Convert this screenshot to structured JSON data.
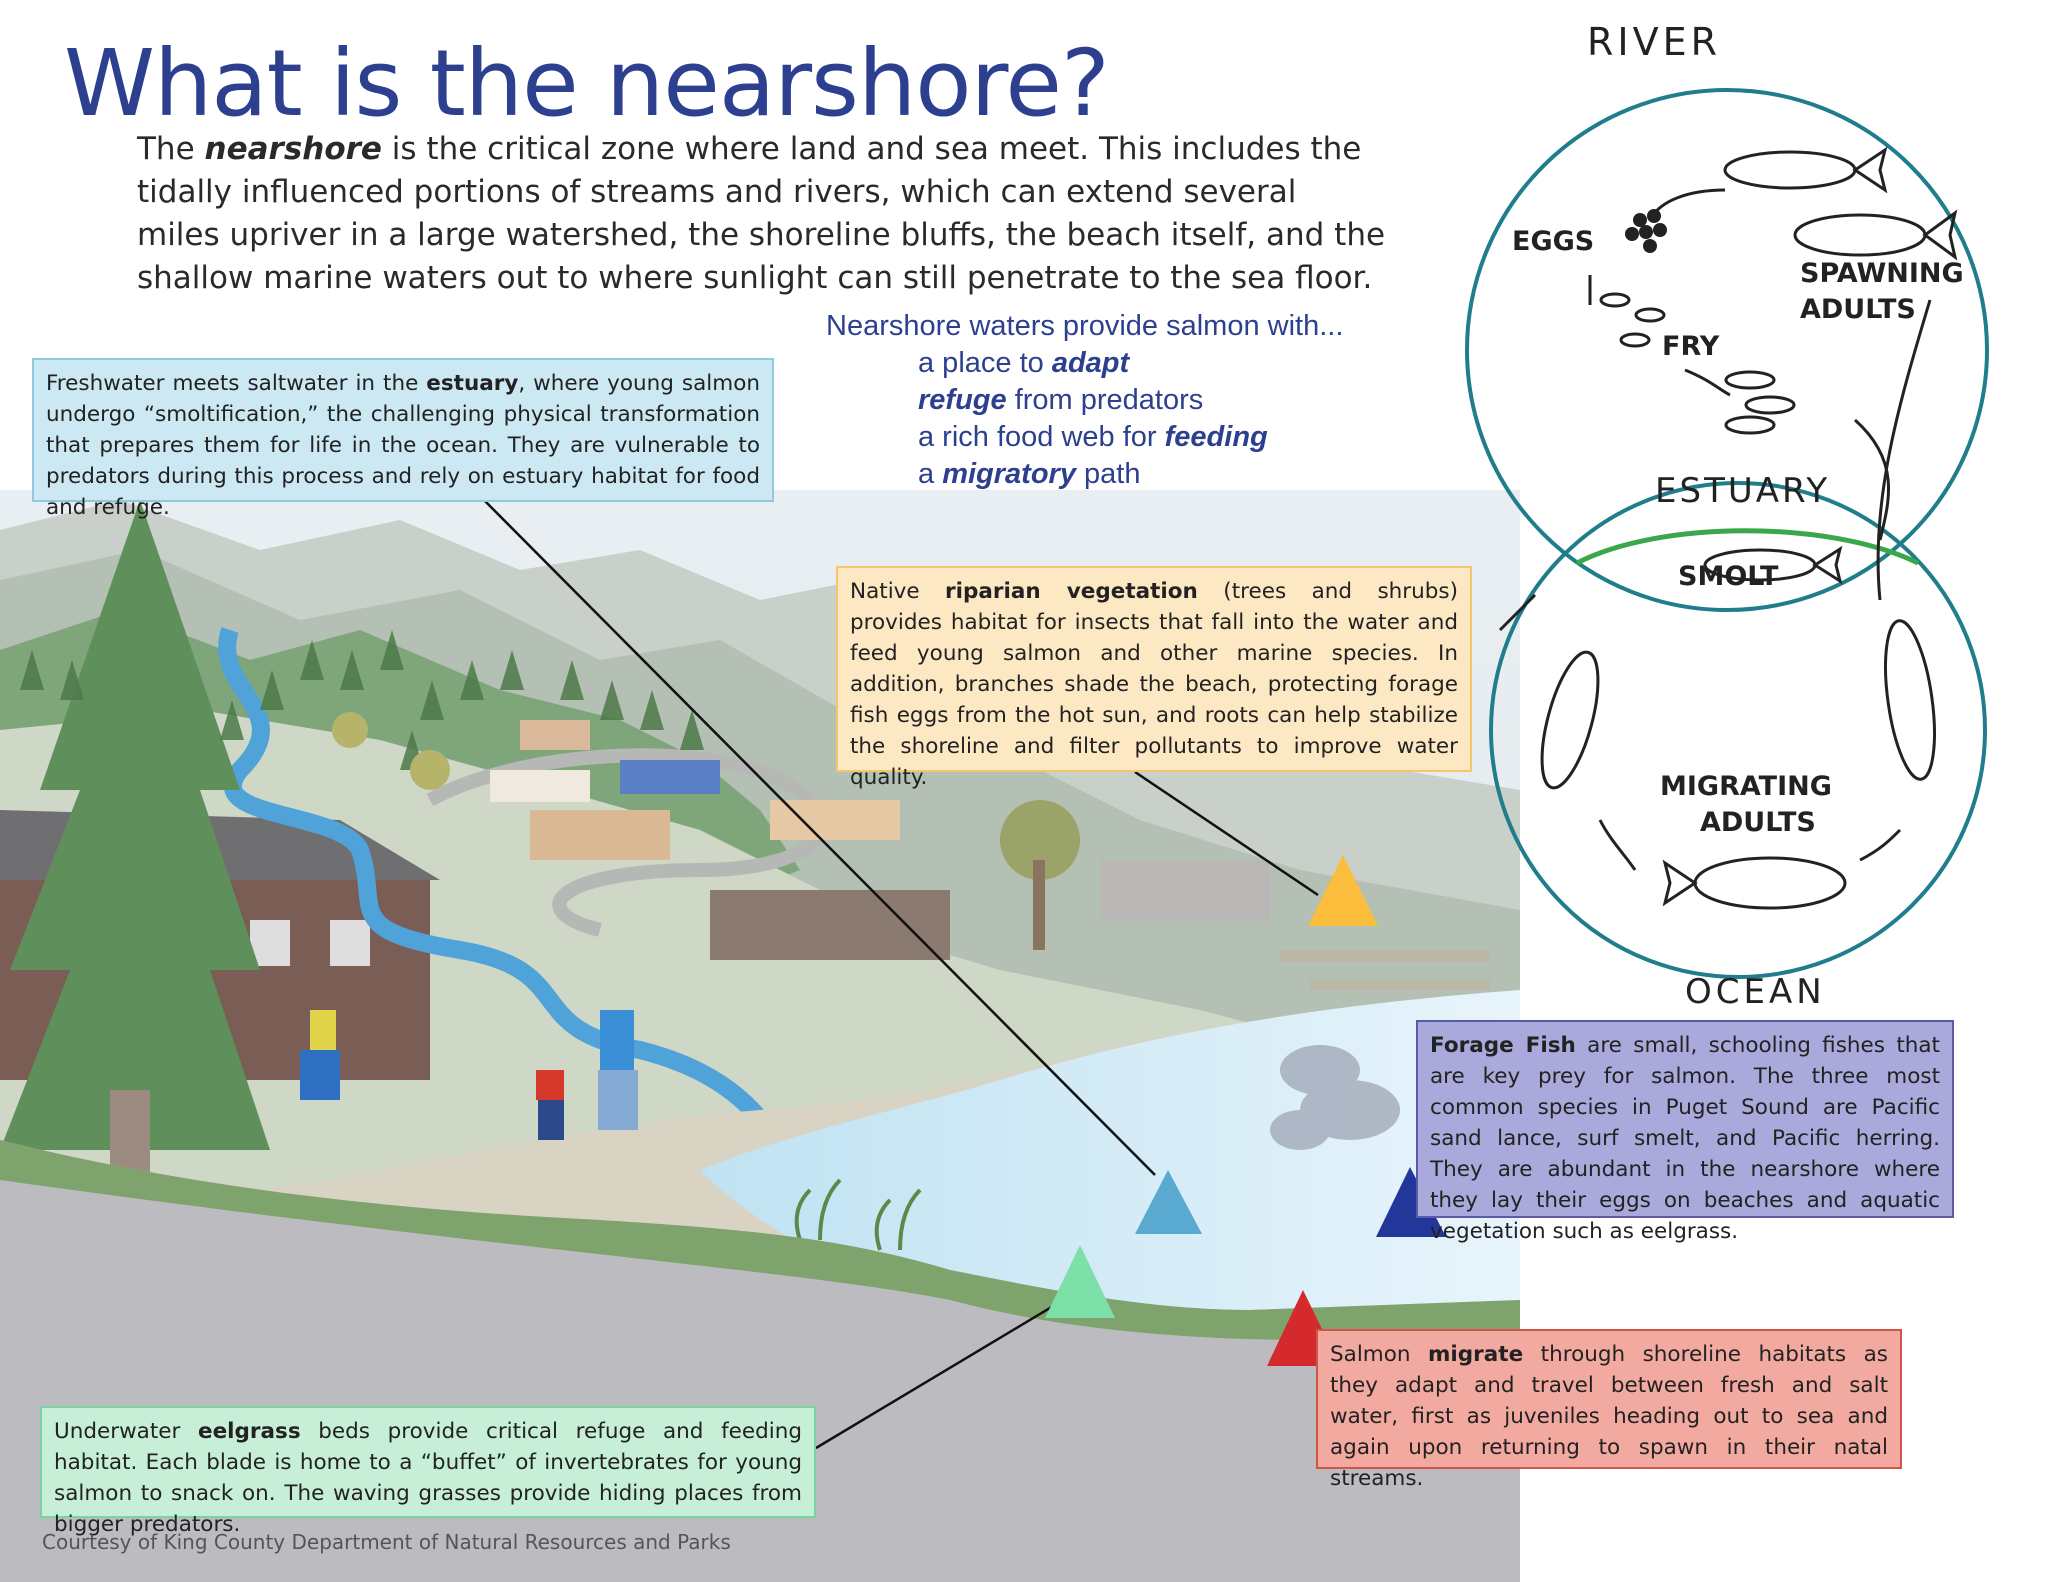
{
  "title": "What is the nearshore?",
  "intro": {
    "pre": "The ",
    "term": "nearshore",
    "post": " is the critical zone where land and sea meet. This includes the tidally influenced portions of streams and rivers, which can extend several miles upriver in a large watershed, the shoreline bluffs, the beach itself, and the shallow marine waters out to where sunlight can still penetrate to the sea floor."
  },
  "provides": {
    "heading": "Nearshore waters provide salmon with...",
    "items": [
      {
        "pre": "a place to ",
        "em": "adapt",
        "post": ""
      },
      {
        "pre": "",
        "em": "refuge",
        "post": " from predators"
      },
      {
        "pre": "a rich food web for ",
        "em": "feeding",
        "post": ""
      },
      {
        "pre": "a ",
        "em": "migratory",
        "post": " path"
      }
    ]
  },
  "boxes": {
    "estuary": {
      "pre": "Freshwater meets saltwater in the ",
      "b": "estuary",
      "post": ", where young salmon undergo “smoltification,” the challenging physical transformation that prepares them for life in the ocean.  They are vulnerable to predators during this process and rely on estuary habitat for food and refuge."
    },
    "riparian": {
      "pre": "Native ",
      "b": "riparian vegetation",
      "post": " (trees and shrubs) provides habitat for insects that fall into the water and feed young salmon and other marine species. In addition, branches shade the beach, protecting forage fish eggs from the hot sun, and roots can help stabilize the shoreline and filter pollutants to improve water quality."
    },
    "forage": {
      "pre": "",
      "b": "Forage Fish",
      "post": " are small, schooling fishes that are key prey for salmon. The three most common species in Puget Sound are Pacific sand lance, surf smelt, and Pacific herring. They are abundant in the nearshore where they lay their eggs on beaches and aquatic vegetation such as eelgrass."
    },
    "migrate": {
      "pre": "Salmon ",
      "b": "migrate",
      "post": " through shoreline habitats as they adapt and travel between fresh and salt water, first as juveniles heading out to sea and again upon returning to spawn in their natal streams."
    },
    "eelgrass": {
      "pre": "Underwater ",
      "b": "eelgrass",
      "post": " beds provide critical refuge and feeding habitat. Each blade is home to a “buffet” of invertebrates for young salmon to snack on. The waving grasses provide hiding places from bigger predators."
    }
  },
  "credit": "Courtesy of King County Department of Natural Resources and Parks",
  "cycle": {
    "river": "RIVER",
    "eggs": "EGGS",
    "spawning": "SPAWNING",
    "adults": "ADULTS",
    "fry": "FRY",
    "estuary": "ESTUARY",
    "smolt": "SMOLT",
    "migrating": "MIGRATING",
    "migrating_adults": "ADULTS",
    "ocean": "OCEAN"
  },
  "colors": {
    "title": "#2d3f8f",
    "cycle_circle": "#1f7d8c",
    "cycle_estuary_arc": "#3aa84a",
    "marker_estuary": "#5aa9d0",
    "marker_riparian": "#fbbd3c",
    "marker_forage": "#23369a",
    "marker_migrate": "#d42a2e",
    "marker_eelgrass": "#7de0a8"
  }
}
